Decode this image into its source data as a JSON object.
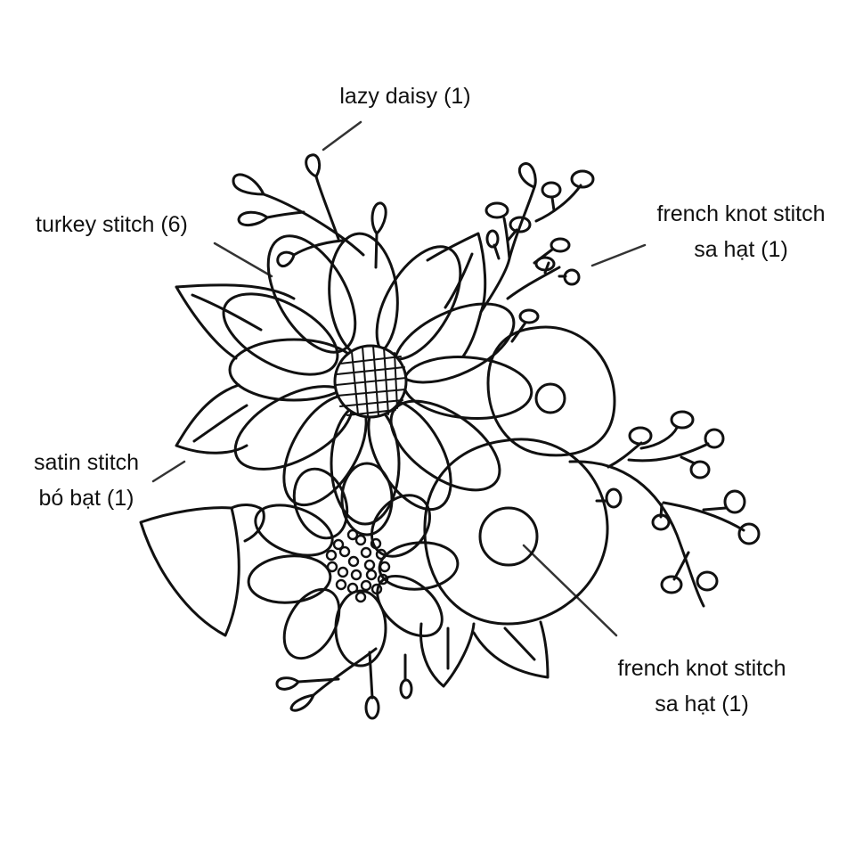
{
  "diagram": {
    "title": "Embroidery floral pattern with stitch labels",
    "background": "#ffffff",
    "ink_color": "#111111",
    "labels": [
      {
        "id": "lazy-daisy",
        "lines": [
          "lazy daisy (1)"
        ]
      },
      {
        "id": "turkey-stitch",
        "lines": [
          "turkey stitch (6)"
        ]
      },
      {
        "id": "french-knot-top",
        "lines": [
          "french knot stitch",
          "sa hạt (1)"
        ]
      },
      {
        "id": "satin-stitch",
        "lines": [
          "satin stitch",
          "bó bạt (1)"
        ]
      },
      {
        "id": "french-knot-bottom",
        "lines": [
          "french knot stitch",
          "sa hạt (1)"
        ]
      }
    ]
  }
}
